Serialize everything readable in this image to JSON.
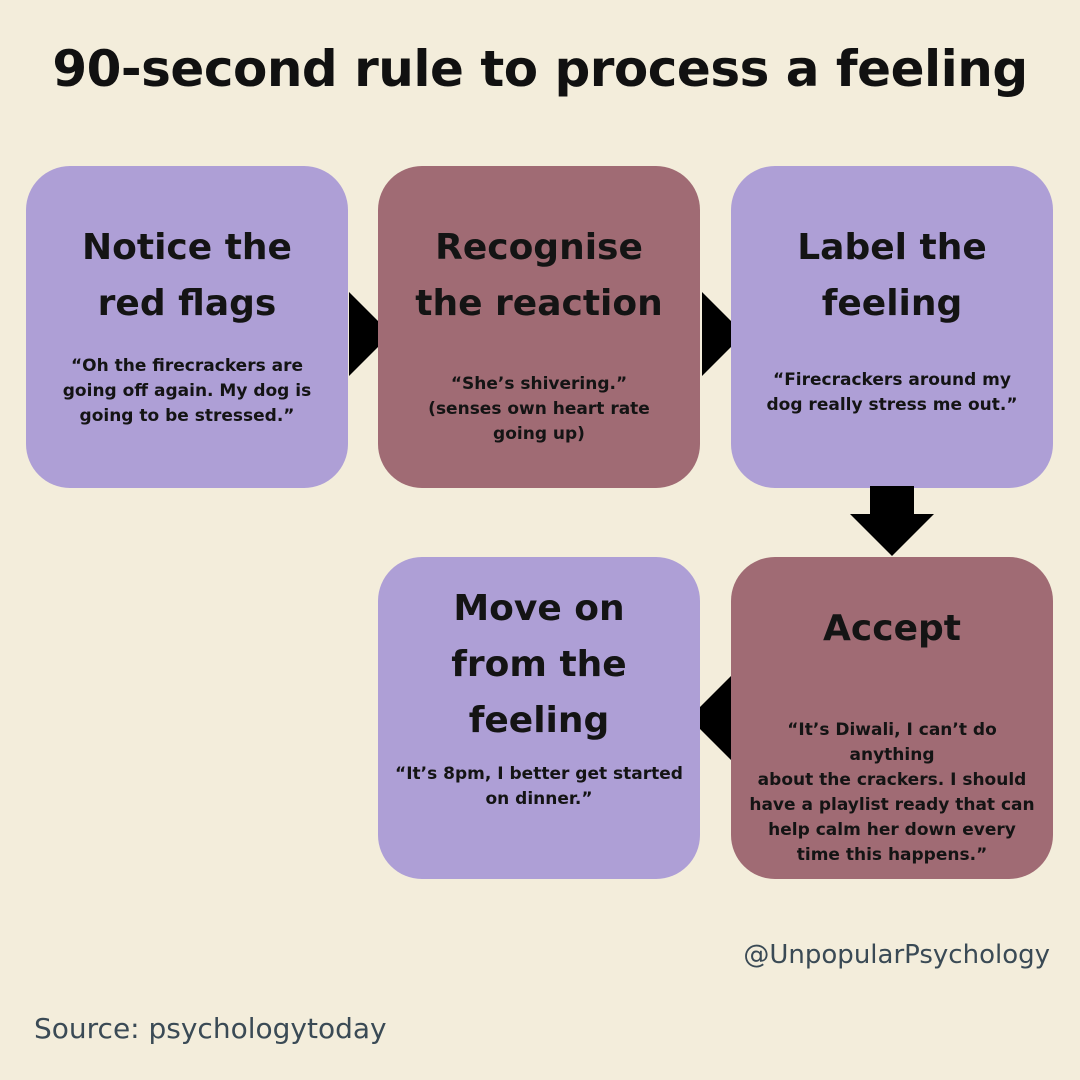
{
  "title": "90-second rule to process a feeling",
  "steps": [
    {
      "heading": "Notice the\nred flags",
      "quote": "“Oh the firecrackers are\ngoing off again. My dog is\ngoing to be stressed.”",
      "color": "#ae9fd6"
    },
    {
      "heading": "Recognise\nthe reaction",
      "quote": "“She’s shivering.”\n(senses own heart rate\ngoing up)",
      "color": "#a06b74"
    },
    {
      "heading": "Label the\nfeeling",
      "quote": "“Firecrackers around my\ndog really stress me out.”",
      "color": "#ae9fd6"
    },
    {
      "heading": "Accept",
      "quote": "“It’s Diwali, I can’t do anything\nabout the crackers. I should\nhave a playlist ready that can\nhelp calm her down every\ntime this happens.”",
      "color": "#a06b74"
    },
    {
      "heading": "Move on\nfrom the\nfeeling",
      "quote": "“It’s 8pm, I better get started\non dinner.”",
      "color": "#ae9fd6"
    }
  ],
  "handle": "@UnpopularPsychology",
  "source": "Source: psychologytoday",
  "colors": {
    "background": "#f3eddb",
    "lavender": "#ae9fd6",
    "mauve": "#a06b74",
    "arrow": "#000000"
  }
}
